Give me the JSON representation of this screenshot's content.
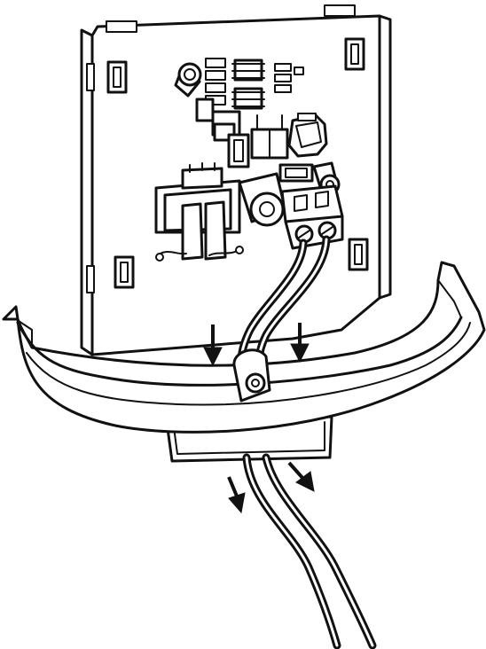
{
  "figure": {
    "kind": "installation-illustration",
    "style": "black line art on white",
    "icons": [
      "circuit-board",
      "wall-mount-tray",
      "terminal-block",
      "two-wire-cable",
      "down-arrow"
    ],
    "colors": {
      "line": "#111111",
      "background": "#ffffff"
    }
  }
}
